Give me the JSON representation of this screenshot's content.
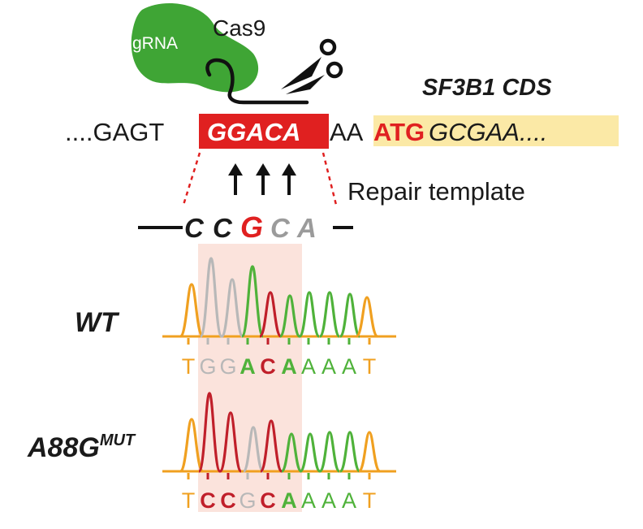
{
  "cas9": {
    "grna_label": "gRNA",
    "cas9_label": "Cas9",
    "blob_color": "#3fa535"
  },
  "gene_title": "SF3B1 CDS",
  "dna": {
    "prefix": "....GAGT",
    "target": "GGACA",
    "mid": "AA",
    "start_codon": "ATG",
    "cds_rest": "GCGAA....",
    "target_box_color": "#e02020",
    "cds_highlight_color": "#fbe9a6"
  },
  "repair": {
    "label": "Repair template",
    "bases": [
      {
        "b": "C",
        "color": "#1a1a1a"
      },
      {
        "b": "C",
        "color": "#1a1a1a"
      },
      {
        "b": "G",
        "color": "#e02020"
      },
      {
        "b": "C",
        "color": "#9b9b9b"
      },
      {
        "b": "A",
        "color": "#9b9b9b"
      }
    ]
  },
  "traces": {
    "highlight_color": "#fbe3dc",
    "colors": {
      "T": "#f0a020",
      "G": "#b8b8b8",
      "A": "#4fb23a",
      "C": "#c01f2a"
    },
    "wt": {
      "label": "WT",
      "seq": [
        {
          "b": "T",
          "color": "#f0a020"
        },
        {
          "b": "G",
          "color": "#b8b8b8"
        },
        {
          "b": "G",
          "color": "#b8b8b8"
        },
        {
          "b": "A",
          "color": "#4fb23a"
        },
        {
          "b": "C",
          "color": "#c01f2a"
        },
        {
          "b": "A",
          "color": "#4fb23a"
        },
        {
          "b": "A",
          "color": "#4fb23a"
        },
        {
          "b": "A",
          "color": "#4fb23a"
        },
        {
          "b": "A",
          "color": "#4fb23a"
        },
        {
          "b": "T",
          "color": "#f0a020"
        }
      ]
    },
    "mut": {
      "label": "A88G",
      "label_sup": "MUT",
      "seq": [
        {
          "b": "T",
          "color": "#f0a020"
        },
        {
          "b": "C",
          "color": "#c01f2a"
        },
        {
          "b": "C",
          "color": "#c01f2a"
        },
        {
          "b": "G",
          "color": "#b8b8b8"
        },
        {
          "b": "C",
          "color": "#c01f2a"
        },
        {
          "b": "A",
          "color": "#4fb23a"
        },
        {
          "b": "A",
          "color": "#4fb23a"
        },
        {
          "b": "A",
          "color": "#4fb23a"
        },
        {
          "b": "A",
          "color": "#4fb23a"
        },
        {
          "b": "T",
          "color": "#f0a020"
        }
      ]
    }
  }
}
